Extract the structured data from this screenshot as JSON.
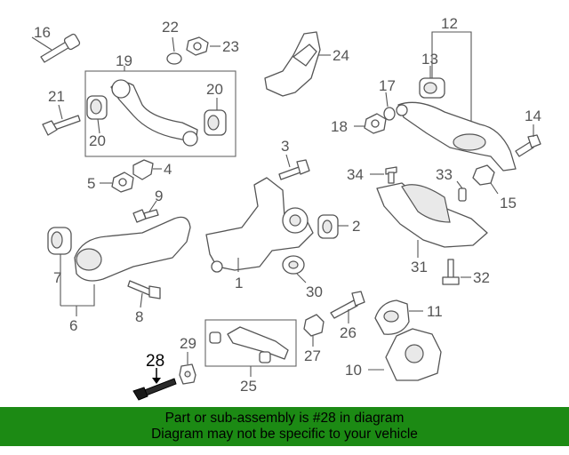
{
  "labels": {
    "c1": "1",
    "c2": "2",
    "c3": "3",
    "c4": "4",
    "c5": "5",
    "c6": "6",
    "c7": "7",
    "c8": "8",
    "c9": "9",
    "c10": "10",
    "c11": "11",
    "c12": "12",
    "c13": "13",
    "c14": "14",
    "c15": "15",
    "c16": "16",
    "c17": "17",
    "c18": "18",
    "c19": "19",
    "c20a": "20",
    "c20b": "20",
    "c21": "21",
    "c22": "22",
    "c23": "23",
    "c24": "24",
    "c25": "25",
    "c26": "26",
    "c27": "27",
    "c28": "28",
    "c29": "29",
    "c30": "30",
    "c31": "31",
    "c32": "32",
    "c33": "33",
    "c34": "34"
  },
  "highlighted_part": "28",
  "highlight_color": "#1c8a14",
  "banner": {
    "line1": "Part or sub-assembly is #28 in diagram",
    "line2": "Diagram may not be specific to your vehicle",
    "background": "#1c8a14"
  }
}
